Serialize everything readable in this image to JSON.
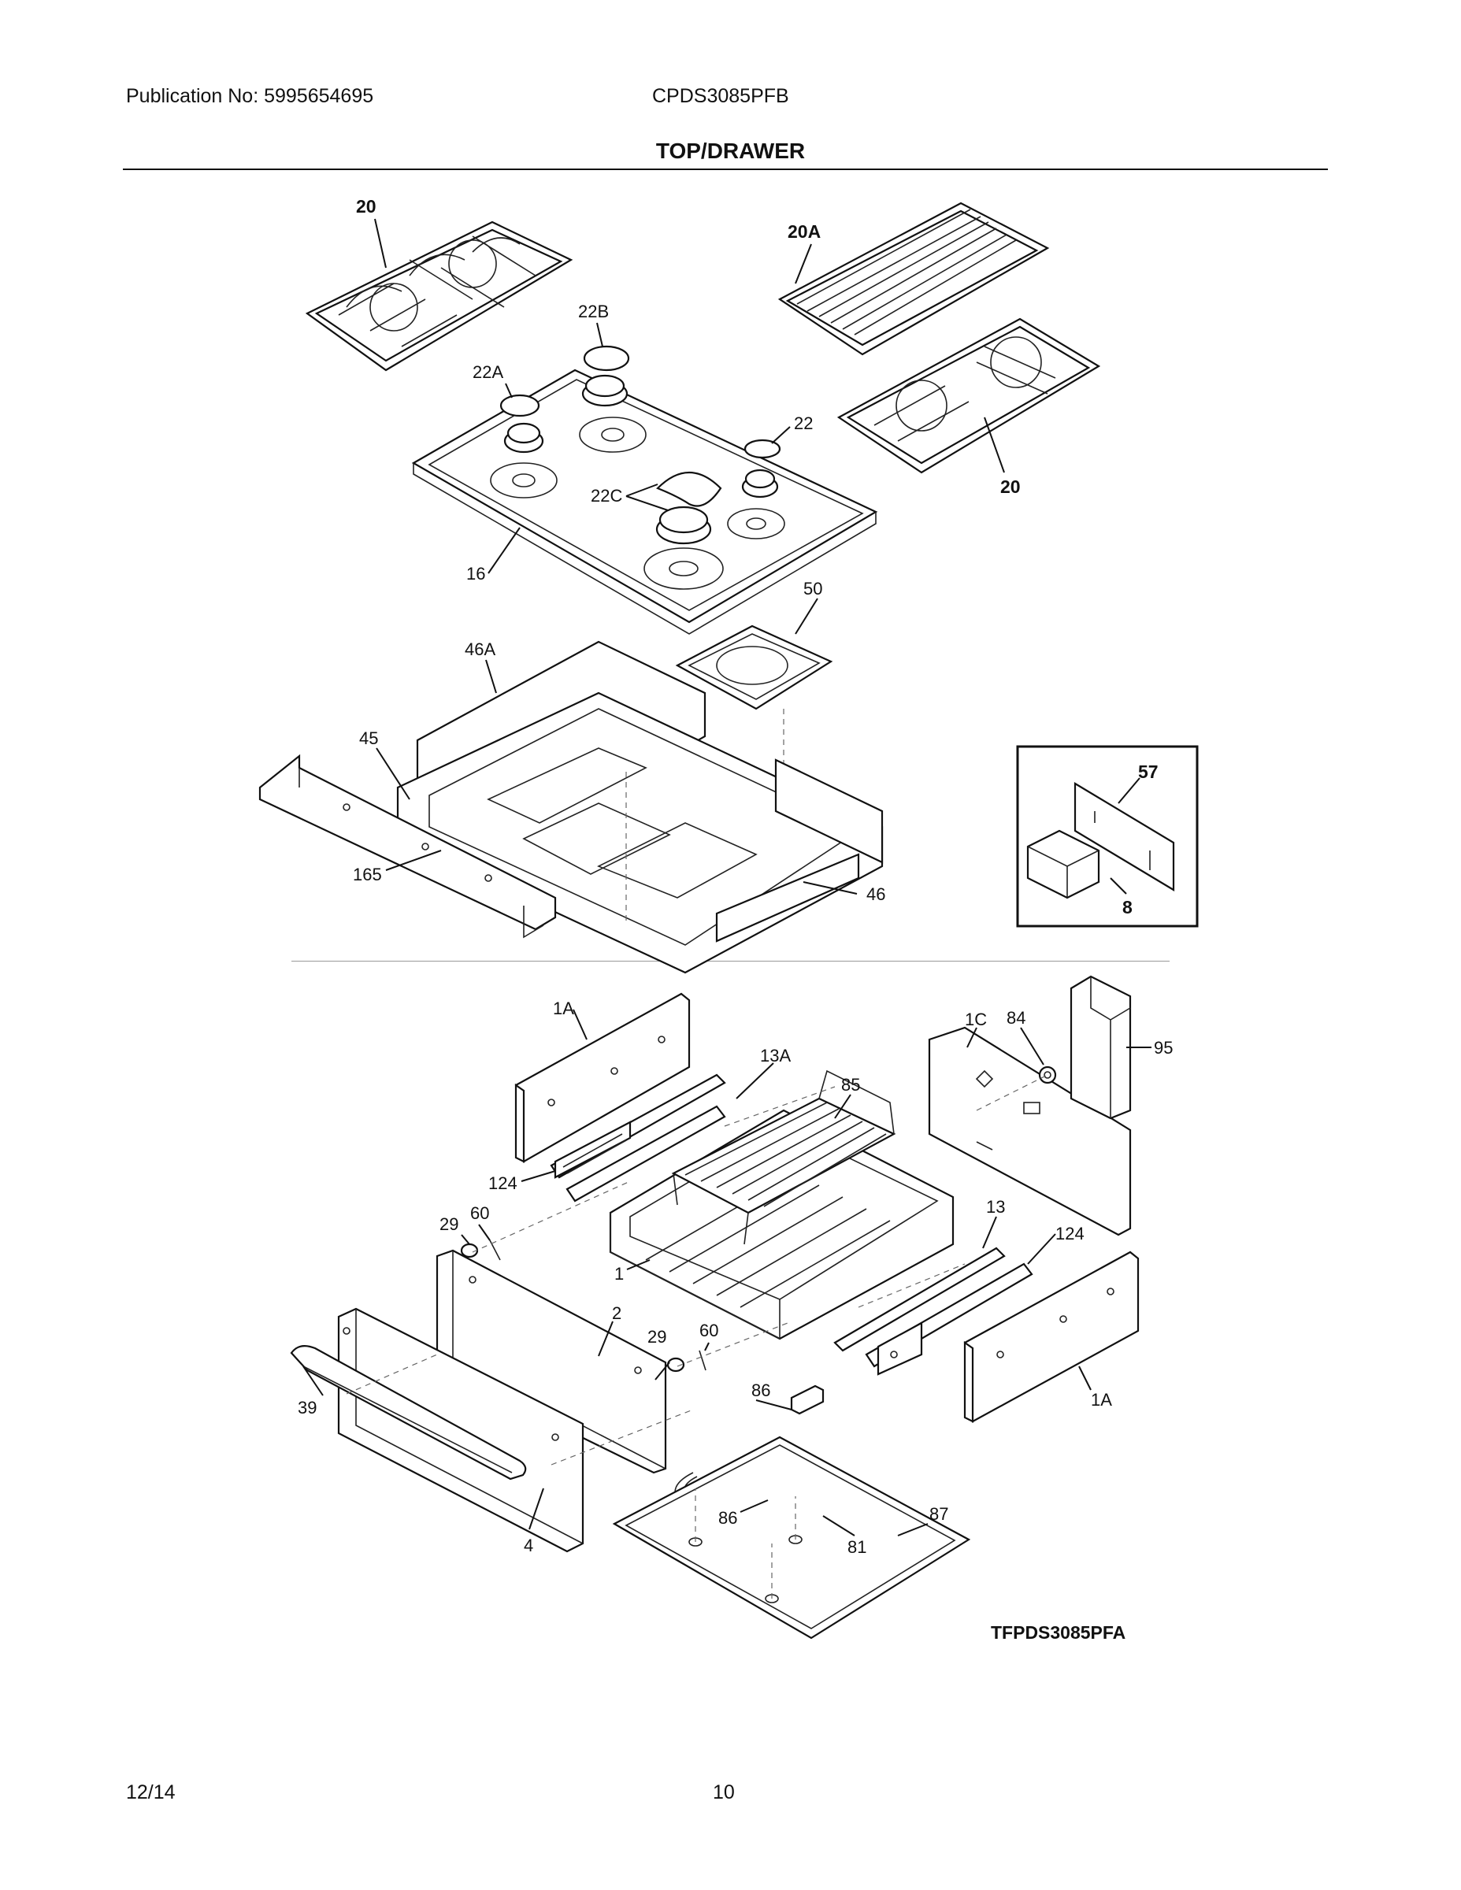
{
  "header": {
    "publication": "Publication No: 5995654695",
    "model": "CPDS3085PFB",
    "section_title": "TOP/DRAWER"
  },
  "diagram_code": "TFPDS3085PFA",
  "footer": {
    "date": "12/14",
    "page": "10"
  },
  "callouts": {
    "c20a": "20",
    "c20b": "20",
    "c20A": "20A",
    "c22B": "22B",
    "c22A": "22A",
    "c22": "22",
    "c22C": "22C",
    "c16": "16",
    "c50": "50",
    "c46A": "46A",
    "c45": "45",
    "c165": "165",
    "c46": "46",
    "c57": "57",
    "c8": "8",
    "c1A_top": "1A",
    "c13A": "13A",
    "c85": "85",
    "c1C": "1C",
    "c84": "84",
    "c95": "95",
    "c124_left": "124",
    "c29_left": "29",
    "c60_left": "60",
    "c1": "1",
    "c13": "13",
    "c124_right": "124",
    "c2": "2",
    "c29_right": "29",
    "c60_right": "60",
    "c39": "39",
    "c1A_bottom": "1A",
    "c86_top": "86",
    "c86_bottom": "86",
    "c87": "87",
    "c81": "81",
    "c4": "4"
  }
}
